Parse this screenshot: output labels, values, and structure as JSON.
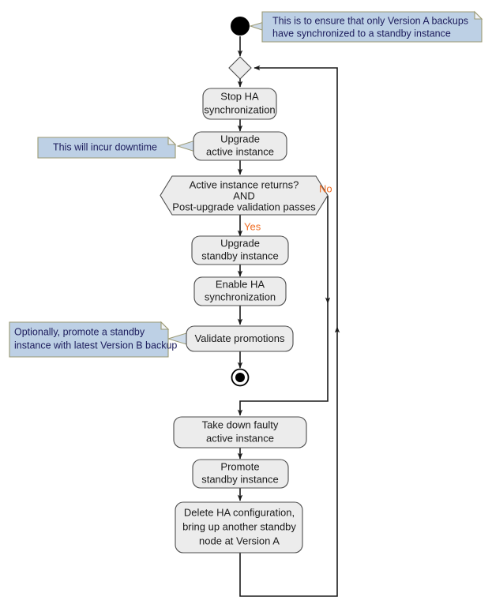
{
  "diagram": {
    "title": "HA upgrade activity diagram",
    "colors": {
      "node_fill": "#ececec",
      "node_stroke": "#4d4d4d",
      "note_fill": "#bdd0e5",
      "note_stroke": "#9c9a74",
      "note_text": "#1c1c5c",
      "branch_label": "#ef6c22",
      "edge": "#1a1a1a",
      "background": "#ffffff"
    },
    "nodes": {
      "start": {
        "type": "initial-node",
        "label": ""
      },
      "merge": {
        "type": "merge-diamond",
        "label": ""
      },
      "stop_ha": {
        "type": "action",
        "line1": "Stop HA",
        "line2": "synchronization"
      },
      "upgrade_active": {
        "type": "action",
        "line1": "Upgrade",
        "line2": "active instance"
      },
      "decision": {
        "type": "decision-hexagon",
        "line1": "Active instance returns?",
        "line2": "AND",
        "line3": "Post-upgrade validation passes"
      },
      "upgrade_standby": {
        "type": "action",
        "line1": "Upgrade",
        "line2": "standby instance"
      },
      "enable_ha": {
        "type": "action",
        "line1": "Enable HA",
        "line2": "synchronization"
      },
      "validate_promotions": {
        "type": "action",
        "line1": "Validate promotions"
      },
      "end": {
        "type": "final-node",
        "label": ""
      },
      "take_down": {
        "type": "action",
        "line1": "Take down faulty",
        "line2": "active instance"
      },
      "promote_standby": {
        "type": "action",
        "line1": "Promote",
        "line2": "standby instance"
      },
      "delete_ha": {
        "type": "action",
        "line1": "Delete HA configuration,",
        "line2": "bring up another standby",
        "line3": "node at Version A"
      }
    },
    "branch_labels": {
      "no": "No",
      "yes": "Yes"
    },
    "notes": {
      "start_note": {
        "line1": "This is to ensure that only Version A backups",
        "line2": "have synchronized to a standby instance"
      },
      "downtime_note": {
        "line1": "This will incur downtime"
      },
      "promotion_note": {
        "line1": "Optionally, promote a standby",
        "line2": "instance with latest Version B backup"
      }
    }
  }
}
